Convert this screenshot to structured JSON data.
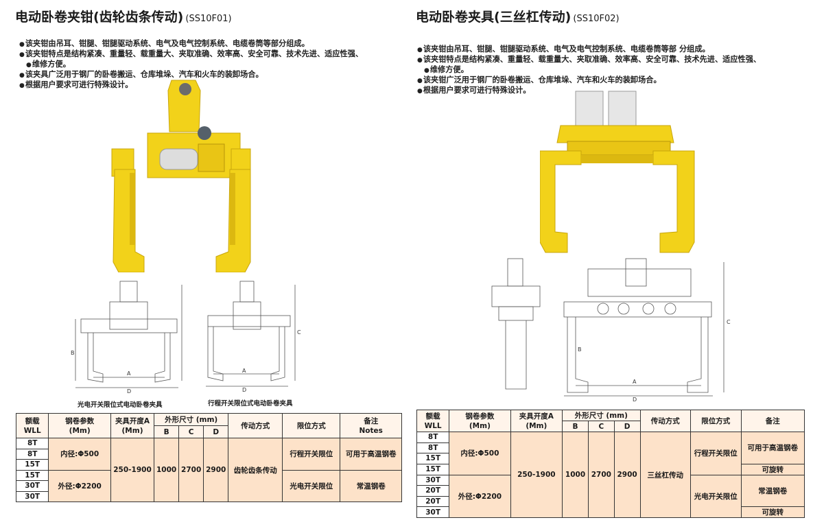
{
  "left": {
    "title": "电动卧卷夹钳(齿轮齿条传动)",
    "code": "(SS10F01)",
    "bullets": [
      "该夹钳由吊耳、钳腿、钳腿驱动系统、电气及电气控制系统、电缆卷筒等部分组成。",
      "该夹钳特点是结构紧凑、重量轻、载重量大、夹取准确、效率高、安全可靠、技术先进、适应性强、",
      "维修方便。",
      "该夹具广泛用于钢厂的卧卷搬运、仓库堆垛、汽车和火车的装卸场合。",
      "根据用户要求可进行特殊设计。"
    ],
    "caption1": "光电开关限位式电动卧卷夹具",
    "caption2": "行程开关限位式电动卧卷夹具",
    "table": {
      "headers": [
        "额载",
        "WLL",
        "钢卷参数",
        "(Mm)",
        "夹具开度A",
        "(Mm)",
        "外形尺寸 (mm)",
        "B",
        "C",
        "D",
        "传动方式",
        "限位方式",
        "备注",
        "Notes"
      ],
      "wll": [
        "8T",
        "8T",
        "15T",
        "15T",
        "30T",
        "30T"
      ],
      "coil1": "内径:Φ500",
      "coil2": "外径:Φ2200",
      "opening": "250-1900",
      "b": "1000",
      "c": "2700",
      "d": "2900",
      "drive": "齿轮齿条传动",
      "limit1": "行程开关限位",
      "limit2": "光电开关限位",
      "note1": "可用于高温钢卷",
      "note2": "常温钢卷"
    }
  },
  "right": {
    "title": "电动卧卷夹具(三丝杠传动)",
    "code": "(SS10F02)",
    "bullets": [
      "该夹钳由吊耳、钳腿、钳腿驱动系统、电气及电气控制系统、电缆卷筒等部 分组成。",
      "该夹钳特点是结构紧凑、重量轻、载重量大、夹取准确、效率高、安全可靠、技术先进、适应性强、",
      "维修方便。",
      "该夹钳广泛用于钢厂的卧卷搬运、仓库堆垛、汽车和火车的装卸场合。",
      "根据用户要求可进行特殊设计。"
    ],
    "table": {
      "headers": [
        "额载",
        "WLL",
        "钢卷参数",
        "(Mm)",
        "夹具开度A",
        "(Mm)",
        "外形尺寸 (mm)",
        "B",
        "C",
        "D",
        "传动方式",
        "限位方式",
        "备注"
      ],
      "wll": [
        "8T",
        "8T",
        "15T",
        "15T",
        "30T",
        "20T",
        "20T",
        "30T"
      ],
      "coil1": "内径:Φ500",
      "coil2": "外径:Φ2200",
      "opening": "250-1900",
      "b": "1000",
      "c": "2700",
      "d": "2900",
      "drive": "三丝杠传动",
      "limit1": "行程开关限位",
      "limit2": "光电开关限位",
      "note1": "可用于高温钢卷",
      "note2": "可旋转",
      "note3": "常温钢卷",
      "note4": "可旋转"
    }
  },
  "drawing_labels": {
    "a": "A",
    "b": "B",
    "c": "C",
    "d": "D"
  },
  "colors": {
    "yellow": "#f2d21a",
    "yellow_dark": "#c8a50c",
    "table_fill": "#fde2c9",
    "table_header": "#fff4ea"
  }
}
